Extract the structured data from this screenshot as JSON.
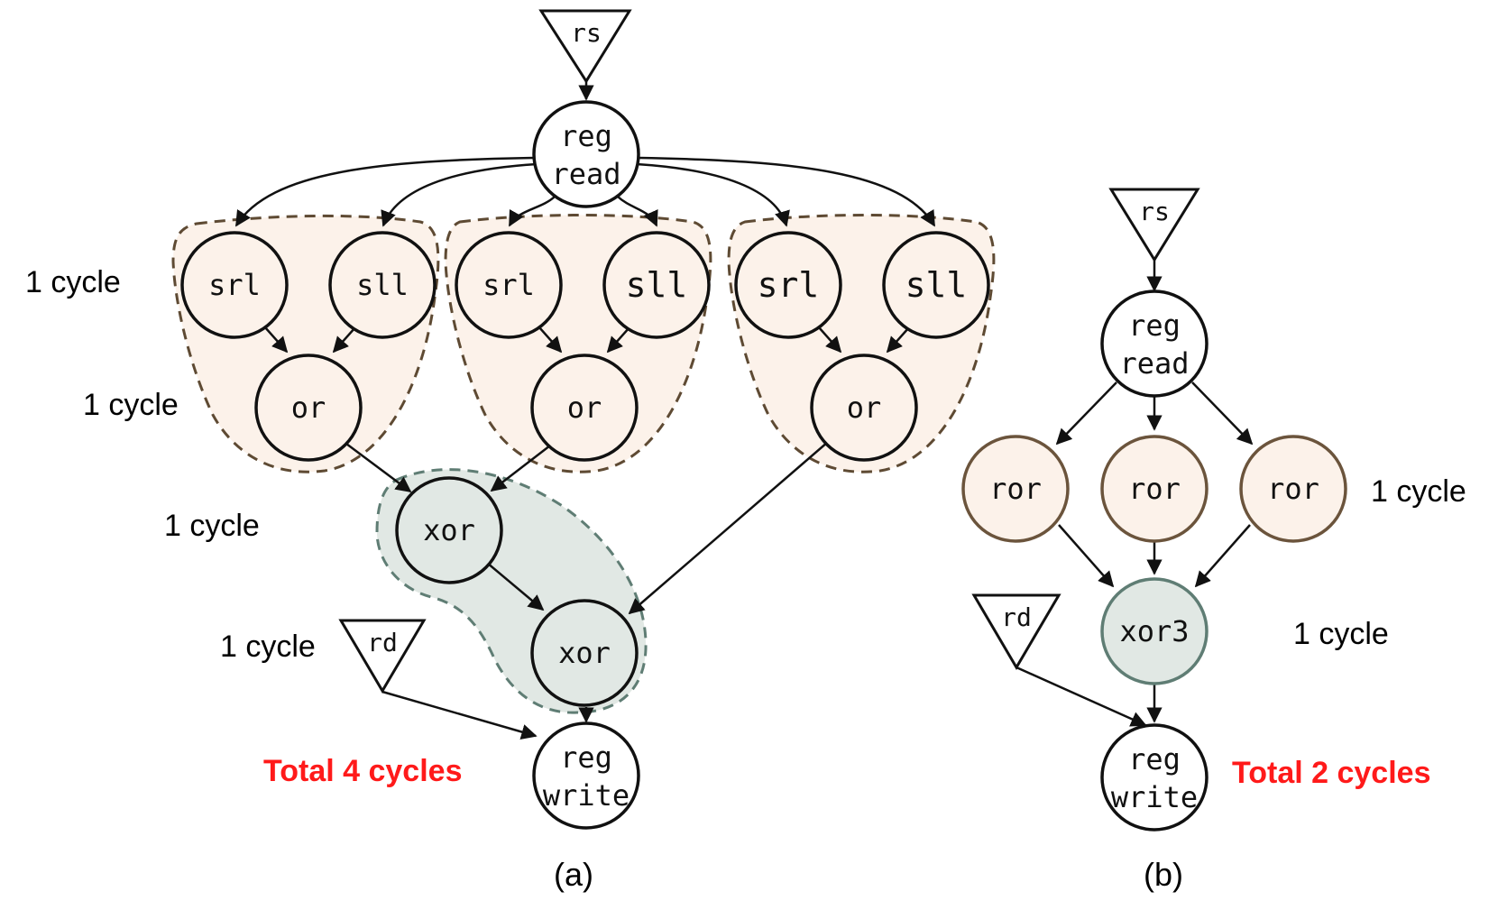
{
  "colors": {
    "stroke": "#111111",
    "op_fill": "#fcf2ea",
    "op_stroke": "#6b543c",
    "op_group_stroke": "#5e4a33",
    "xor_fill": "#e1e8e4",
    "xor_stroke": "#5f7d74",
    "total": "#ff1a1a"
  },
  "panel_a": {
    "caption": "(a)",
    "total": "Total 4 cycles",
    "nodes": {
      "rs": "rs",
      "rd": "rd",
      "reg_read": [
        "reg",
        "read"
      ],
      "srl_1": "srl",
      "sll_1": "sll",
      "srl_2": "srl",
      "sll_2": "sll",
      "srl_3": "srl",
      "sll_3": "sll",
      "or_1": "or",
      "or_2": "or",
      "or_3": "or",
      "xor_1": "xor",
      "xor_2": "xor",
      "reg_write": [
        "reg",
        "write"
      ]
    },
    "cycle_labels": [
      "1 cycle",
      "1 cycle",
      "1 cycle",
      "1 cycle"
    ]
  },
  "panel_b": {
    "caption": "(b)",
    "total": "Total 2 cycles",
    "nodes": {
      "rs": "rs",
      "rd": "rd",
      "reg_read": [
        "reg",
        "read"
      ],
      "ror_1": "ror",
      "ror_2": "ror",
      "ror_3": "ror",
      "xor3": "xor3",
      "reg_write": [
        "reg",
        "write"
      ]
    },
    "cycle_labels": [
      "1 cycle",
      "1 cycle"
    ]
  }
}
